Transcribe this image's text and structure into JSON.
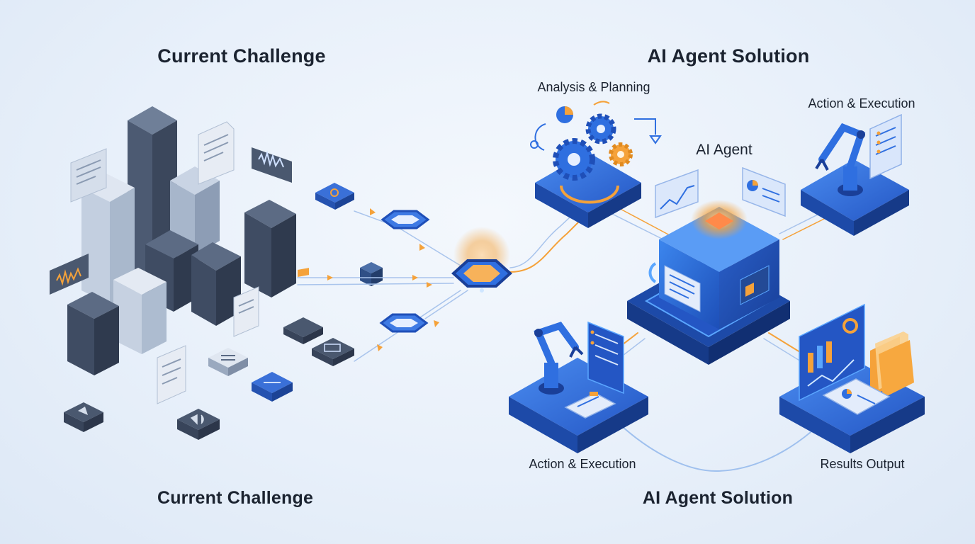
{
  "diagram": {
    "left": {
      "title_top": "Current Challenge",
      "title_bottom": "Current Challenge"
    },
    "right": {
      "title_top": "AI Agent Solution",
      "title_bottom": "AI Agent Solution",
      "core_label": "AI Agent",
      "nodes": [
        {
          "label": "Analysis & Planning"
        },
        {
          "label": "Action & Execution"
        },
        {
          "label": "Action & Execution"
        },
        {
          "label": "Results Output"
        }
      ]
    }
  },
  "colors": {
    "accent_blue": "#2f6fe0",
    "deep_blue": "#1f4fb8",
    "orange": "#f5a23a",
    "slate": "#46566e",
    "light_slate": "#a9b8cc"
  }
}
